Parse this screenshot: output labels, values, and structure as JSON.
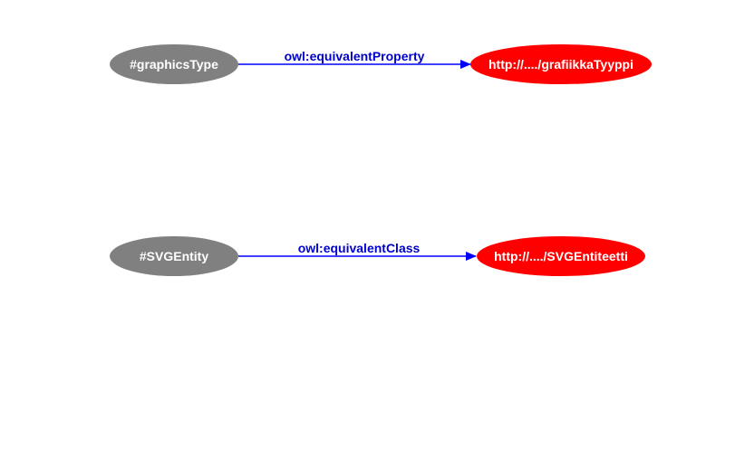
{
  "colors": {
    "source_node": "#808080",
    "target_node": "#ff0000",
    "edge": "#0000ff",
    "edge_label": "#0000cc",
    "node_text": "#ffffff"
  },
  "relations": [
    {
      "source": "#graphicsType",
      "predicate": "owl:equivalentProperty",
      "target": "http://..../grafiikkaTyyppi"
    },
    {
      "source": "#SVGEntity",
      "predicate": "owl:equivalentClass",
      "target": "http://..../SVGEntiteetti"
    }
  ]
}
